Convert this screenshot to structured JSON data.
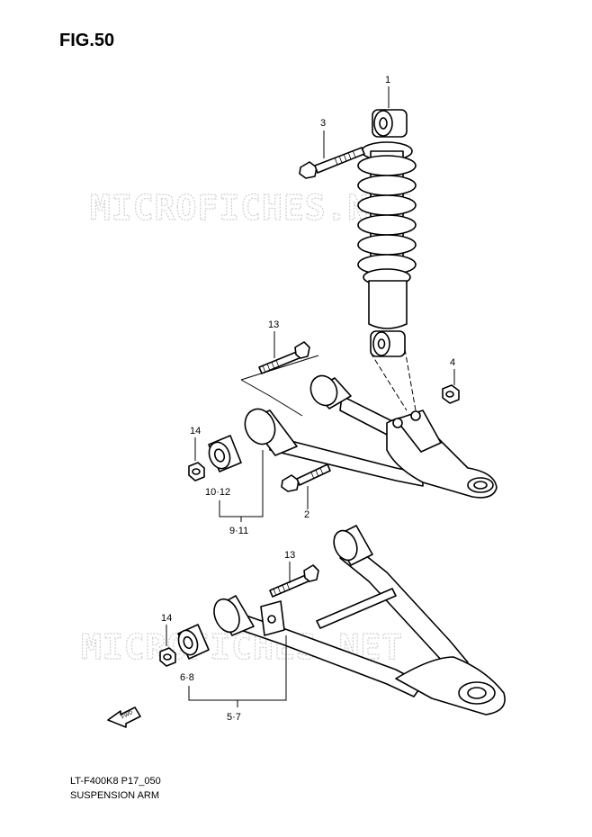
{
  "figure": {
    "title": "FIG.50",
    "code": "LT-F400K8 P17_050",
    "name": "SUSPENSION ARM",
    "watermark": "MICROFICHES.NET"
  },
  "callouts": {
    "shock_absorber": "1",
    "upper_bolt": "3",
    "lower_bolt": "2",
    "nut_right": "4",
    "upper_arm_bolt": "13",
    "upper_arm_nut": "14",
    "upper_arm_bushing_inner": "10·12",
    "upper_arm_bushing_outer": "9·11",
    "lower_arm_bolt": "13",
    "lower_arm_nut": "14",
    "lower_arm_bushing_inner": "6·8",
    "lower_arm_bushing_outer": "5·7",
    "fwd": "FWD"
  },
  "colors": {
    "line": "#000000",
    "watermark": "#cfcfcf",
    "background": "#ffffff"
  }
}
